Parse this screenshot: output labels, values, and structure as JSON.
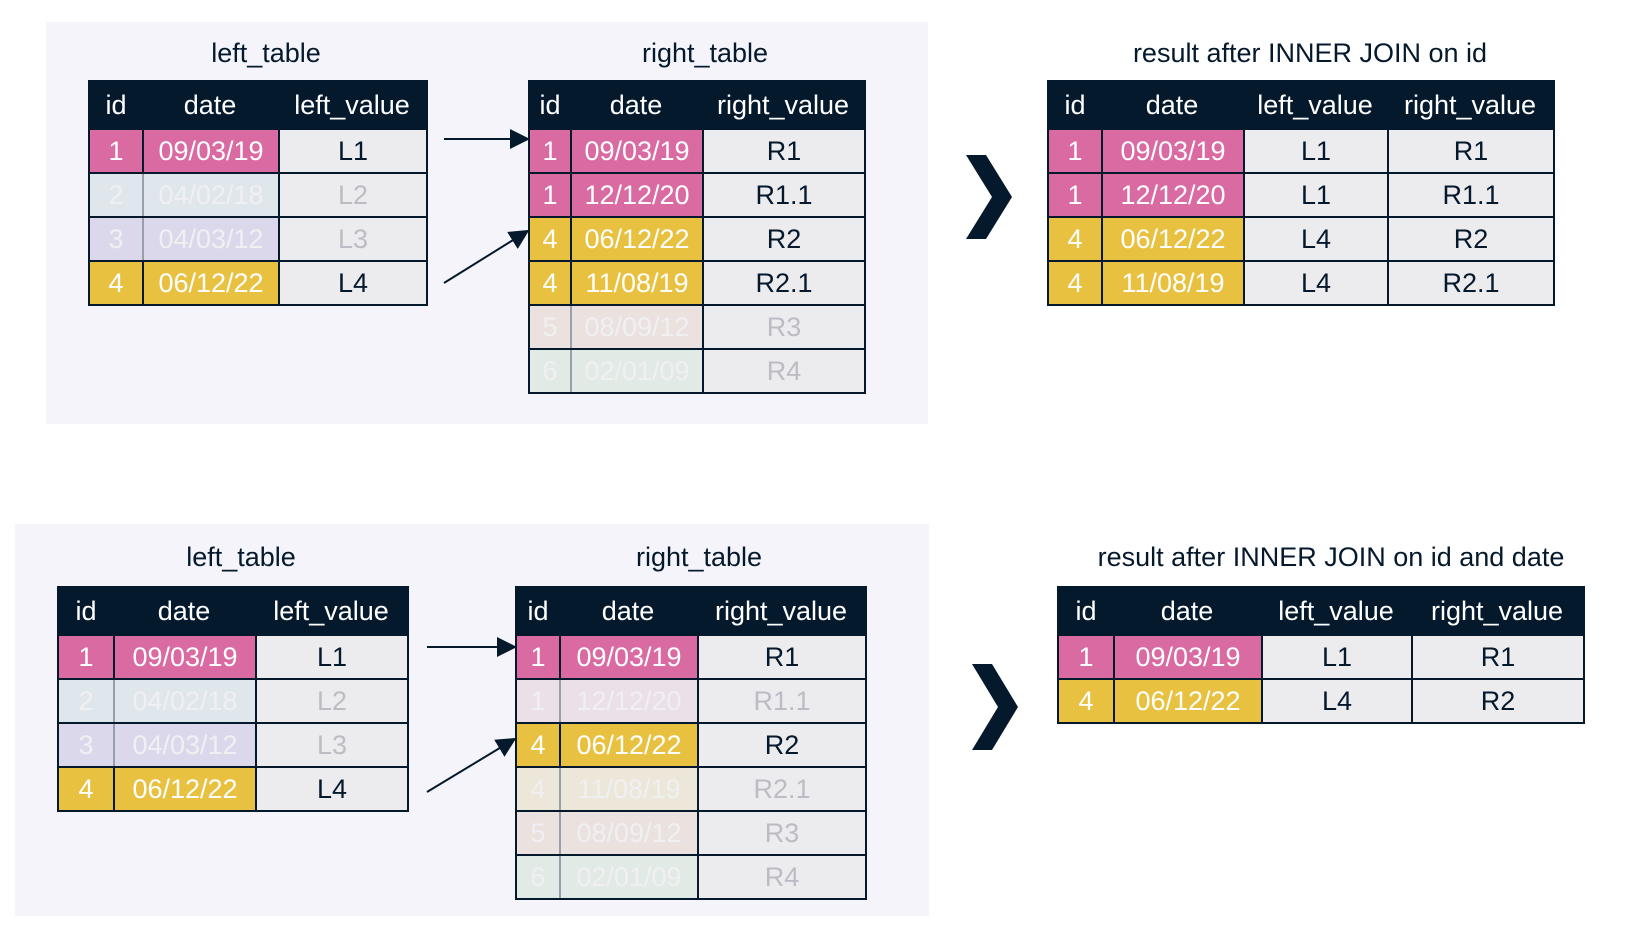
{
  "top": {
    "left_title": "left_table",
    "right_title": "right_table",
    "result_title": "result after INNER JOIN on id",
    "left_headers": [
      "id",
      "date",
      "left_value"
    ],
    "right_headers": [
      "id",
      "date",
      "right_value"
    ],
    "result_headers": [
      "id",
      "date",
      "left_value",
      "right_value"
    ],
    "left_rows": [
      {
        "id": "1",
        "date": "09/03/19",
        "value": "L1",
        "color": "pink",
        "faded": false
      },
      {
        "id": "2",
        "date": "04/02/18",
        "value": "L2",
        "color": "blue",
        "faded": true
      },
      {
        "id": "3",
        "date": "04/03/12",
        "value": "L3",
        "color": "purple",
        "faded": true
      },
      {
        "id": "4",
        "date": "06/12/22",
        "value": "L4",
        "color": "yellow",
        "faded": false
      }
    ],
    "right_rows": [
      {
        "id": "1",
        "date": "09/03/19",
        "value": "R1",
        "color": "pink",
        "faded": false
      },
      {
        "id": "1",
        "date": "12/12/20",
        "value": "R1.1",
        "color": "pink",
        "faded": false
      },
      {
        "id": "4",
        "date": "06/12/22",
        "value": "R2",
        "color": "yellow",
        "faded": false
      },
      {
        "id": "4",
        "date": "11/08/19",
        "value": "R2.1",
        "color": "yellow",
        "faded": false
      },
      {
        "id": "5",
        "date": "08/09/12",
        "value": "R3",
        "color": "orange",
        "faded": true
      },
      {
        "id": "6",
        "date": "02/01/09",
        "value": "R4",
        "color": "green",
        "faded": true
      }
    ],
    "result_rows": [
      {
        "id": "1",
        "date": "09/03/19",
        "left": "L1",
        "right": "R1",
        "color": "pink"
      },
      {
        "id": "1",
        "date": "12/12/20",
        "left": "L1",
        "right": "R1.1",
        "color": "pink"
      },
      {
        "id": "4",
        "date": "06/12/22",
        "left": "L4",
        "right": "R2",
        "color": "yellow"
      },
      {
        "id": "4",
        "date": "11/08/19",
        "left": "L4",
        "right": "R2.1",
        "color": "yellow"
      }
    ]
  },
  "bottom": {
    "left_title": "left_table",
    "right_title": "right_table",
    "result_title": "result after INNER JOIN on id and date",
    "left_headers": [
      "id",
      "date",
      "left_value"
    ],
    "right_headers": [
      "id",
      "date",
      "right_value"
    ],
    "result_headers": [
      "id",
      "date",
      "left_value",
      "right_value"
    ],
    "left_rows": [
      {
        "id": "1",
        "date": "09/03/19",
        "value": "L1",
        "color": "pink",
        "faded": false
      },
      {
        "id": "2",
        "date": "04/02/18",
        "value": "L2",
        "color": "blue",
        "faded": true
      },
      {
        "id": "3",
        "date": "04/03/12",
        "value": "L3",
        "color": "purple",
        "faded": true
      },
      {
        "id": "4",
        "date": "06/12/22",
        "value": "L4",
        "color": "yellow",
        "faded": false
      }
    ],
    "right_rows": [
      {
        "id": "1",
        "date": "09/03/19",
        "value": "R1",
        "color": "pink",
        "faded": false
      },
      {
        "id": "1",
        "date": "12/12/20",
        "value": "R1.1",
        "color": "pinkpale",
        "faded": true
      },
      {
        "id": "4",
        "date": "06/12/22",
        "value": "R2",
        "color": "yellow",
        "faded": false
      },
      {
        "id": "4",
        "date": "11/08/19",
        "value": "R2.1",
        "color": "yellowpale",
        "faded": true
      },
      {
        "id": "5",
        "date": "08/09/12",
        "value": "R3",
        "color": "orange",
        "faded": true
      },
      {
        "id": "6",
        "date": "02/01/09",
        "value": "R4",
        "color": "green",
        "faded": true
      }
    ],
    "result_rows": [
      {
        "id": "1",
        "date": "09/03/19",
        "left": "L1",
        "right": "R1",
        "color": "pink"
      },
      {
        "id": "4",
        "date": "06/12/22",
        "left": "L4",
        "right": "R2",
        "color": "yellow"
      }
    ]
  }
}
